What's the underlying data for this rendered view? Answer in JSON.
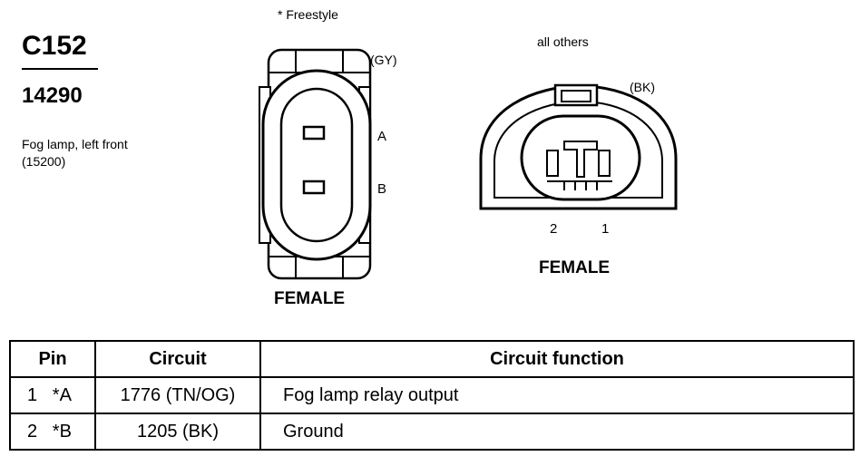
{
  "connector": {
    "id": "C152",
    "part_number": "14290",
    "description_line1": "Fog lamp, left front",
    "description_line2": "(15200)"
  },
  "left_view": {
    "note": "* Freestyle",
    "color": "(GY)",
    "terminal_a": "A",
    "terminal_b": "B",
    "gender": "FEMALE"
  },
  "right_view": {
    "note": "all others",
    "color": "(BK)",
    "terminal_2": "2",
    "terminal_1": "1",
    "gender": "FEMALE"
  },
  "table": {
    "headers": [
      "Pin",
      "Circuit",
      "Circuit function"
    ],
    "rows": [
      {
        "pin": "1   *A",
        "circuit": "1776 (TN/OG)",
        "function": "Fog lamp relay output"
      },
      {
        "pin": "2   *B",
        "circuit": "1205 (BK)",
        "function": "Ground"
      }
    ]
  }
}
